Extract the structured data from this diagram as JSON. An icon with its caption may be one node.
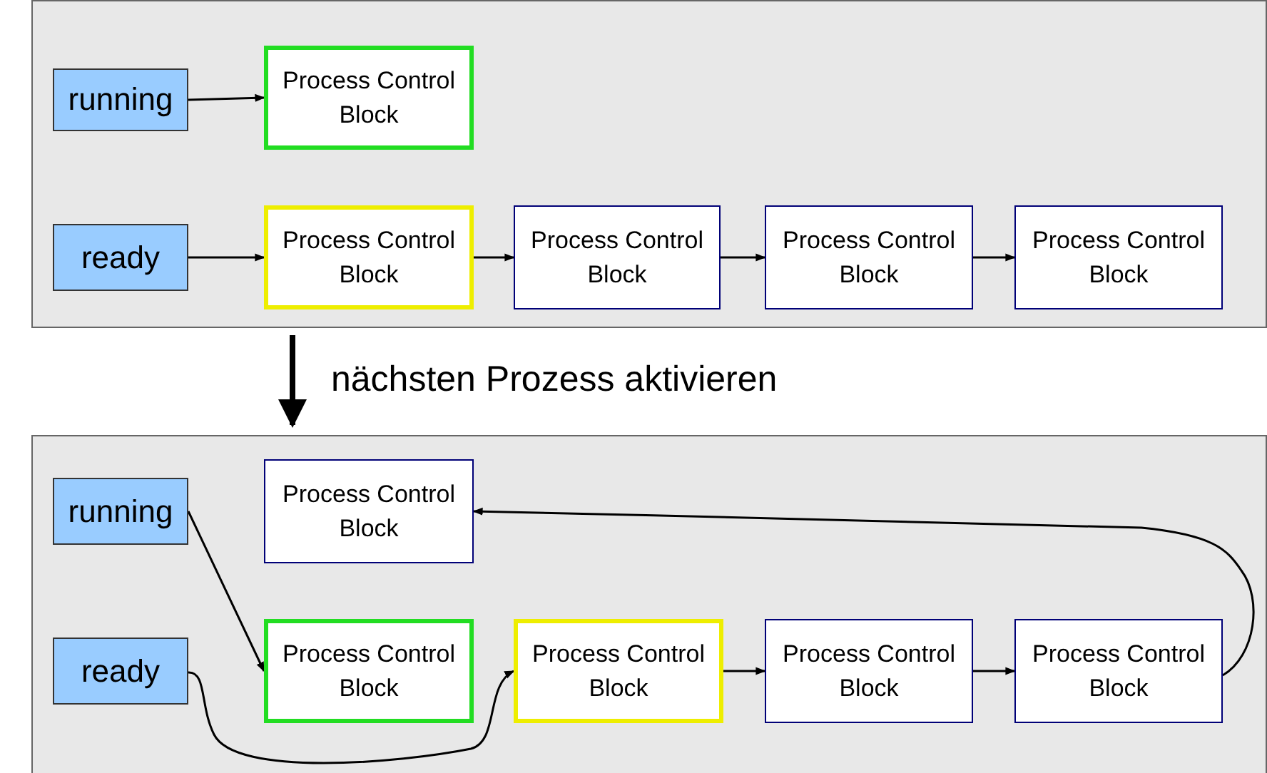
{
  "diagram": {
    "nodes": [
      {
        "text": [],
        "shape": "box"
      },
      {
        "text": [
          "running"
        ],
        "in": 0
      },
      {
        "text": [
          "Process Control Block"
        ],
        "in": 0
      },
      {
        "text": [
          "ready"
        ],
        "in": 0
      },
      {
        "text": [
          "Process Control Block"
        ],
        "in": 0
      },
      {
        "text": [
          "Process Control Block"
        ],
        "in": 0
      },
      {
        "text": [
          "Process Control Block"
        ],
        "in": 0
      },
      {
        "text": [
          "Process Control Block"
        ],
        "in": 0
      },
      {
        "text": [],
        "shape": "box"
      },
      {
        "text": [
          "running"
        ],
        "in": 8
      },
      {
        "text": [
          "Process Control Block"
        ],
        "in": 8
      },
      {
        "text": [
          "ready"
        ],
        "in": 8
      },
      {
        "text": [
          "Process Control Block"
        ],
        "in": 8
      },
      {
        "text": [
          "Process Control Block"
        ],
        "in": 8
      },
      {
        "text": [
          "Process Control Block"
        ],
        "in": 8
      },
      {
        "text": [
          "Process Control Block"
        ],
        "in": 8
      }
    ],
    "edges": [
      {
        "from": 1,
        "to": 2,
        "arrow": "to"
      },
      {
        "from": 3,
        "to": 4,
        "arrow": "to"
      },
      {
        "from": 4,
        "to": 5,
        "arrow": "to"
      },
      {
        "from": 5,
        "to": 6,
        "arrow": "to"
      },
      {
        "from": 6,
        "to": 7,
        "arrow": "to"
      },
      {
        "from": 0,
        "to": 8,
        "arrow": "to",
        "label": "nächsten Prozess aktivieren",
        "style": "thick"
      },
      {
        "from": 9,
        "to": 12,
        "arrow": "to"
      },
      {
        "from": 11,
        "to": 13,
        "arrow": "to"
      },
      {
        "from": 13,
        "to": 14,
        "arrow": "to"
      },
      {
        "from": 14,
        "to": 15,
        "arrow": "to"
      },
      {
        "from": 15,
        "to": 10,
        "arrow": "to"
      }
    ]
  }
}
